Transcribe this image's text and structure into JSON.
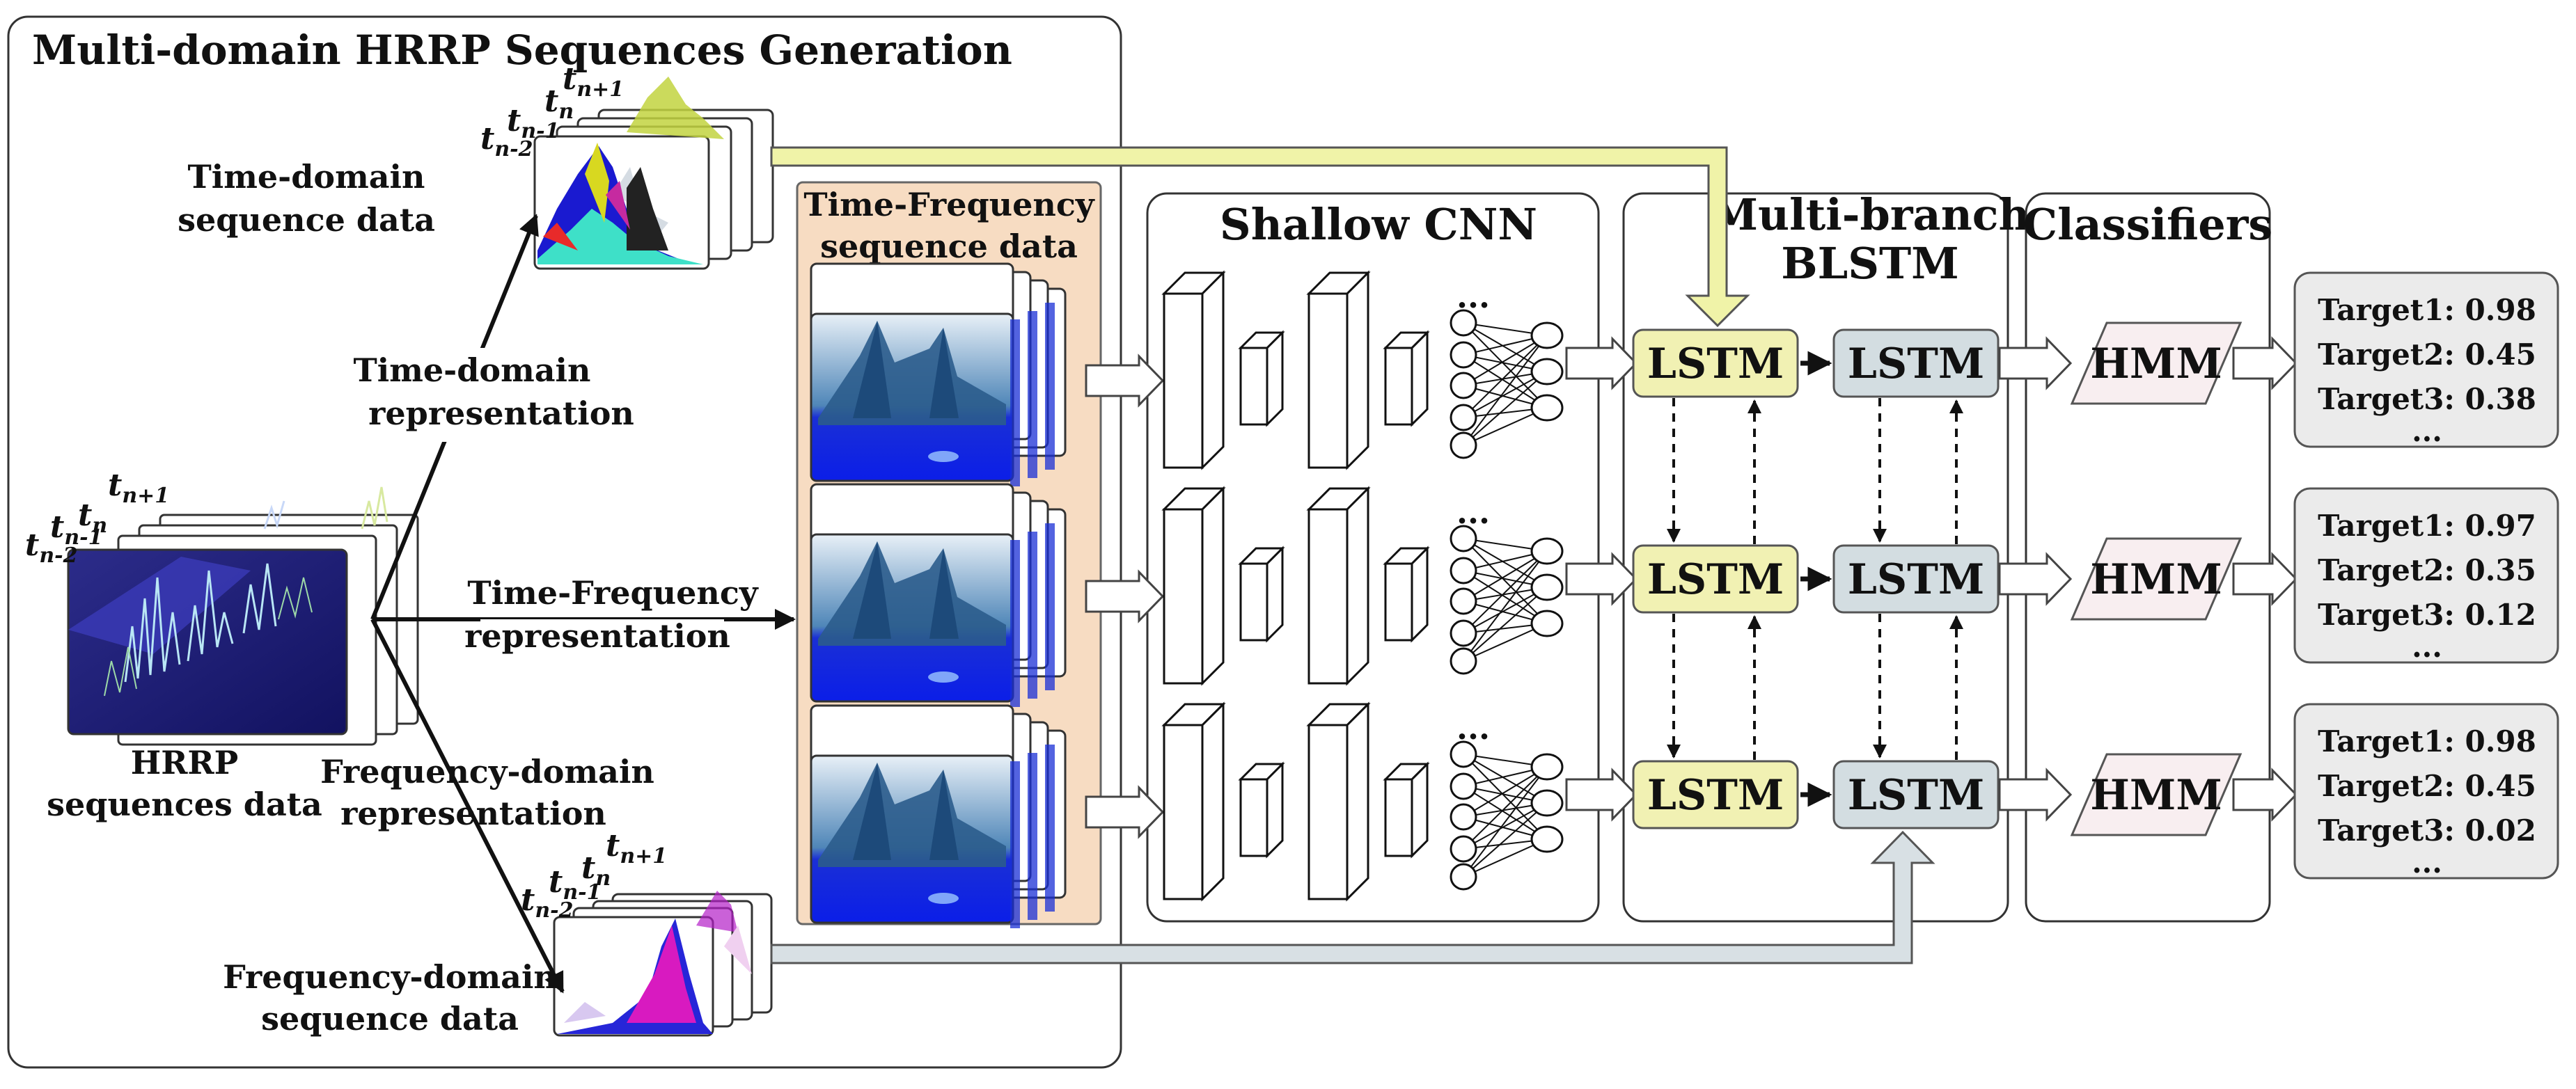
{
  "sections": {
    "generation_title": "Multi-domain HRRP Sequences Generation",
    "cnn_title": "Shallow CNN",
    "blstm_title_1": "Multi-branch",
    "blstm_title_2": "BLSTM",
    "classifiers_title": "Classifiers"
  },
  "data_labels": {
    "time_seq_1": "Time-domain",
    "time_seq_2": "sequence data",
    "tf_seq_1": "Time-Frequency",
    "tf_seq_2": "sequence data",
    "freq_seq_1": "Frequency-domain",
    "freq_seq_2": "sequence data",
    "hrrp_1": "HRRP",
    "hrrp_2": "sequences data"
  },
  "representations": {
    "time_1": "Time-domain",
    "time_2": "representation",
    "tf_1": "Time-Frequency",
    "tf_2": "representation",
    "freq_1": "Frequency-domain",
    "freq_2": "representation"
  },
  "time_indices": {
    "base": "t",
    "np1": "n+1",
    "n": "n",
    "nm1": "n-1",
    "nm2": "n-2"
  },
  "lstm_label": "LSTM",
  "hmm_label": "HMM",
  "ellipsis": "...",
  "results": [
    [
      "Target1: 0.98",
      "Target2: 0.45",
      "Target3: 0.38"
    ],
    [
      "Target1: 0.97",
      "Target2: 0.35",
      "Target3: 0.12"
    ],
    [
      "Target1: 0.98",
      "Target2: 0.45",
      "Target3: 0.02"
    ]
  ],
  "colors": {
    "tf_panel": "#f7dcc2",
    "lstm_forward": "#f1f1b3",
    "lstm_backward": "#d3dde1",
    "hmm_fill": "#f8eef0",
    "result_fill": "#ebebeb",
    "feedback_top": "#f0f3a8",
    "feedback_bottom": "#d8e0e4"
  }
}
